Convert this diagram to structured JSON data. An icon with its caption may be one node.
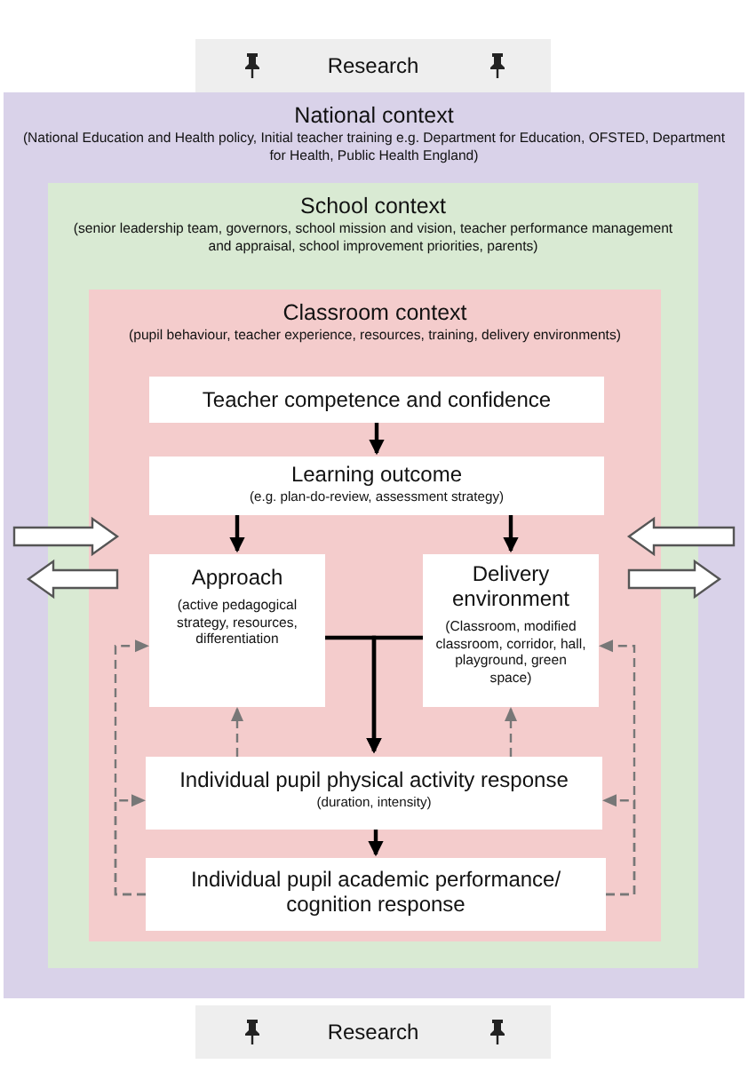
{
  "diagram": {
    "nodes": [
      {
        "text": [
          "Research"
        ]
      },
      {
        "text": [
          "National context",
          "(National Education and Health policy, Initial teacher training e.g. Department for Education, OFSTED, Department for Health, Public Health England)"
        ]
      },
      {
        "text": [
          "School context",
          "(senior leadership team, governors, school mission and vision, teacher performance management and appraisal, school improvement priorities, parents)"
        ],
        "in": 1
      },
      {
        "text": [
          "Classroom context",
          "(pupil behaviour, teacher experience, resources, training, delivery environments)"
        ],
        "in": 2
      },
      {
        "text": [
          "Teacher competence and confidence"
        ],
        "in": 3
      },
      {
        "text": [
          "Learning outcome",
          "(e.g. plan-do-review, assessment strategy)"
        ],
        "in": 3
      },
      {
        "text": [
          "Approach",
          "(active pedagogical strategy, resources, differentiation"
        ],
        "in": 3
      },
      {
        "text": [
          "Delivery environment",
          "(Classroom, modified classroom, corridor, hall, playground, green space)"
        ],
        "in": 3
      },
      {
        "text": [
          "Individual pupil physical activity response",
          "(duration, intensity)"
        ],
        "in": 3
      },
      {
        "text": [
          "Individual pupil academic performance/ cognition response"
        ],
        "in": 3
      },
      {
        "text": [
          "Research"
        ]
      }
    ],
    "edges": [
      {
        "from": 1,
        "to": 3,
        "arrow": "to",
        "style": "thick"
      },
      {
        "from": 3,
        "to": 1,
        "arrow": "to",
        "style": "thick"
      },
      {
        "from": 1,
        "to": 3,
        "arrow": "to",
        "style": "thick"
      },
      {
        "from": 3,
        "to": 1,
        "arrow": "to",
        "style": "thick"
      },
      {
        "from": 4,
        "to": 5,
        "arrow": "to"
      },
      {
        "from": 5,
        "to": 6,
        "arrow": "to"
      },
      {
        "from": 5,
        "to": 7,
        "arrow": "to"
      },
      {
        "from": 6,
        "to": 8,
        "arrow": "to"
      },
      {
        "from": 7,
        "to": 8,
        "arrow": "to"
      },
      {
        "from": 8,
        "to": 9,
        "arrow": "to"
      },
      {
        "from": 8,
        "to": 6,
        "arrow": "to",
        "style": "dashed",
        "color": "#777777"
      },
      {
        "from": 8,
        "to": 7,
        "arrow": "to",
        "style": "dashed",
        "color": "#777777"
      },
      {
        "from": 9,
        "to": 6,
        "arrow": "to",
        "style": "dashed",
        "color": "#777777"
      },
      {
        "from": 9,
        "to": 8,
        "arrow": "to",
        "style": "dashed",
        "color": "#777777"
      },
      {
        "from": 9,
        "to": 7,
        "arrow": "to",
        "style": "dashed",
        "color": "#777777"
      },
      {
        "from": 9,
        "to": 8,
        "arrow": "to",
        "style": "dashed",
        "color": "#777777"
      }
    ]
  }
}
